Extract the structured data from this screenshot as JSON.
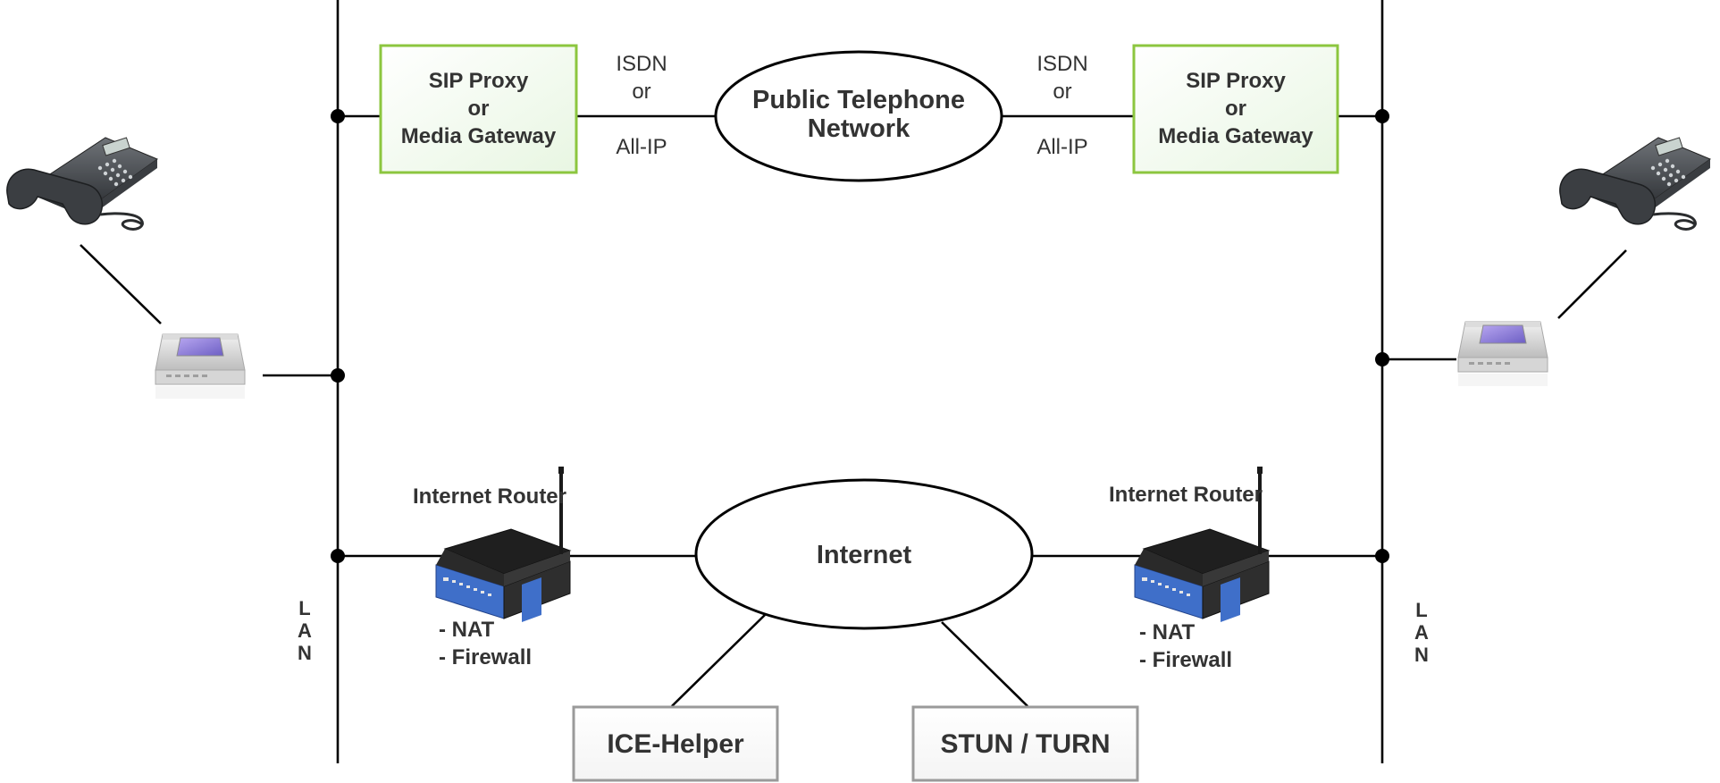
{
  "gateways": {
    "left": {
      "lines": [
        "SIP Proxy",
        "or",
        "Media Gateway"
      ]
    },
    "right": {
      "lines": [
        "SIP Proxy",
        "or",
        "Media Gateway"
      ]
    }
  },
  "links": {
    "left": {
      "top": [
        "ISDN",
        "or"
      ],
      "bottom": "All-IP"
    },
    "right": {
      "top": [
        "ISDN",
        "or"
      ],
      "bottom": "All-IP"
    }
  },
  "pstn": {
    "lines": [
      "Public Telephone",
      "Network"
    ]
  },
  "internet": {
    "label": "Internet"
  },
  "routers": {
    "left": {
      "title": "Internet Router",
      "features": [
        "- NAT",
        "- Firewall"
      ]
    },
    "right": {
      "title": "Internet Router",
      "features": [
        "- NAT",
        "- Firewall"
      ]
    }
  },
  "lan": {
    "left": [
      "L",
      "A",
      "N"
    ],
    "right": [
      "L",
      "A",
      "N"
    ]
  },
  "helpers": {
    "ice": "ICE-Helper",
    "stun": "STUN / TURN"
  },
  "colors": {
    "gateway_border": "#8cc63f",
    "helper_border": "#9a9a9a",
    "router_blue": "#3f6fc9"
  }
}
